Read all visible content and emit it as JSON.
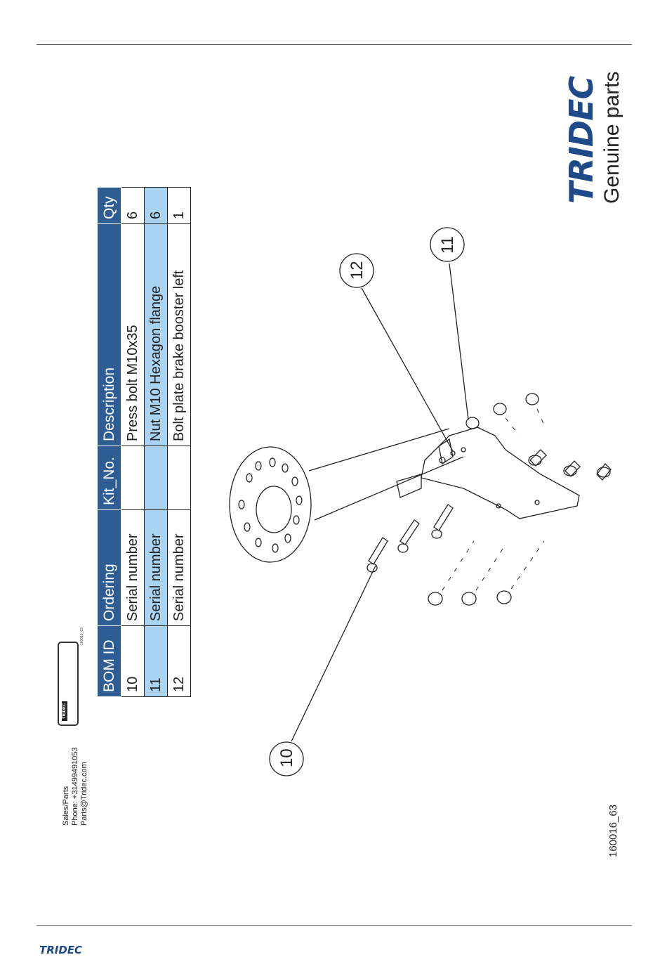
{
  "brand": {
    "logo": "TRIDEC",
    "tagline": "Genuine parts"
  },
  "contact": {
    "line1": "Sales/Parts",
    "line2": "Phone: +31499491053",
    "line3": "Parts@Tridec.com"
  },
  "stamp": {
    "logo": "TRIDEC",
    "serial": "160016_63"
  },
  "table": {
    "headers": [
      "BOM ID",
      "Ordering",
      "Kit_No.",
      "Description",
      "Qty"
    ],
    "rows": [
      {
        "bom_id": "10",
        "ordering": "Serial number",
        "kit_no": "",
        "description": "Press bolt M10x35",
        "qty": "6"
      },
      {
        "bom_id": "11",
        "ordering": "Serial number",
        "kit_no": "",
        "description": "Nut M10 Hexagon flange",
        "qty": "6"
      },
      {
        "bom_id": "12",
        "ordering": "Serial number",
        "kit_no": "",
        "description": "Bolt plate brake booster left",
        "qty": "1"
      }
    ]
  },
  "callouts": {
    "c10": "10",
    "c11": "11",
    "c12": "12"
  },
  "drawing_ref": "160016_63",
  "footer": {
    "logo": "TRIDEC"
  },
  "colors": {
    "header_blue": "#2d5d93",
    "row_highlight": "#a9d3f0",
    "brand_blue": "#1f4a8a"
  }
}
